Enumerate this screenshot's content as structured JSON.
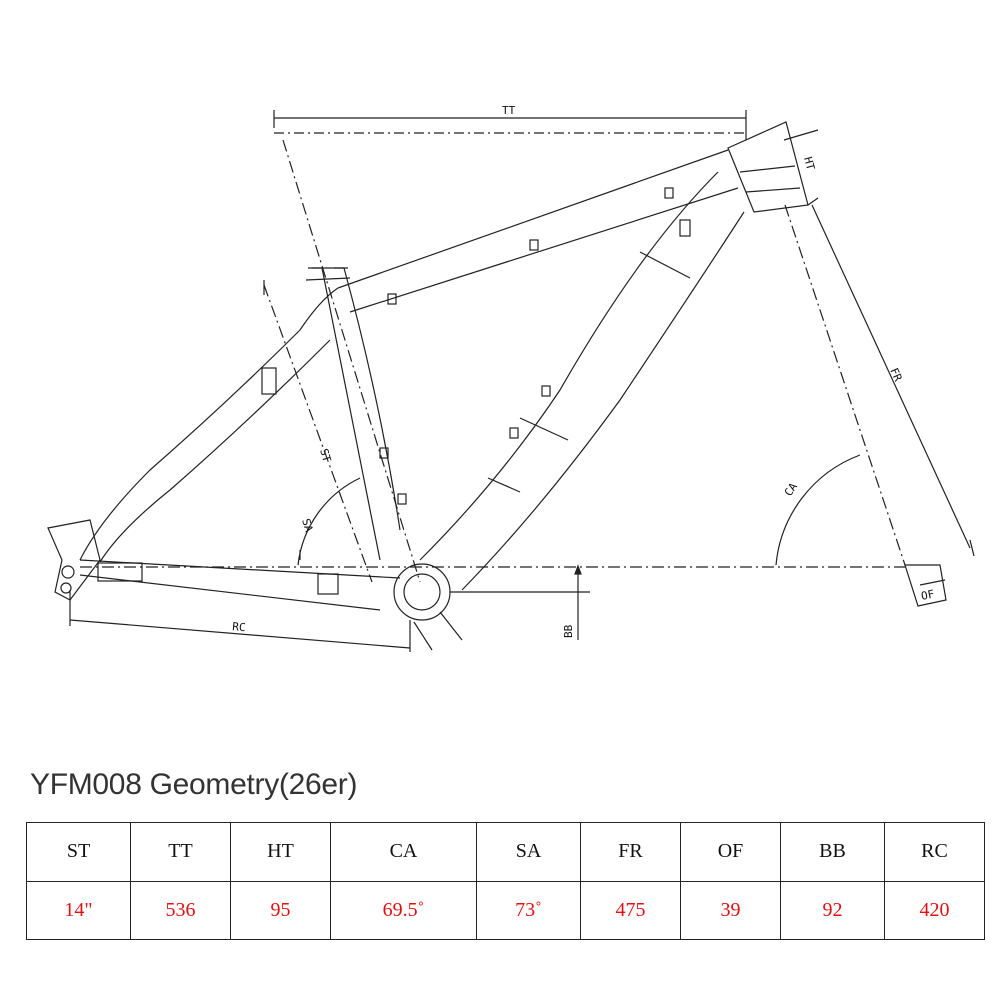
{
  "diagram_labels": {
    "tt": "TT",
    "ht": "HT",
    "fr": "FR",
    "ca": "CA",
    "st": "ST",
    "sa": "SA",
    "rc": "RC",
    "bb": "BB",
    "of": "OF"
  },
  "title": "YFM008 Geometry(26er)",
  "table": {
    "headers": [
      "ST",
      "TT",
      "HT",
      "CA",
      "SA",
      "FR",
      "OF",
      "BB",
      "RC"
    ],
    "values": [
      "14\"",
      "536",
      "95",
      "69.5˚",
      "73˚",
      "475",
      "39",
      "92",
      "420"
    ]
  },
  "colors": {
    "value_text": "#e01010",
    "line": "#222222"
  }
}
